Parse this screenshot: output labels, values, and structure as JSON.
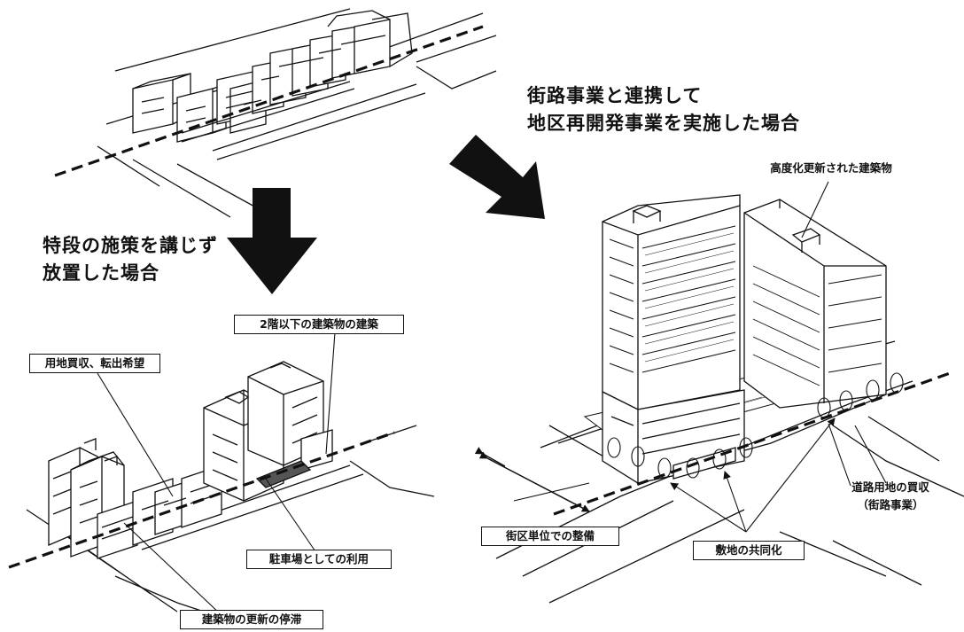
{
  "headings": {
    "redevelopment": [
      "街路事業と連携して",
      "地区再開発事業を実施した場合"
    ],
    "neglect": [
      "特段の施策を講じず",
      "放置した場合"
    ]
  },
  "labels": {
    "upgraded_building": "高度化更新された建築物",
    "low_rise_construction": "2階以下の建築物の建築",
    "land_acquisition": "用地買収、転出希望",
    "parking_use": "駐車場としての利用",
    "renewal_stagnation": "建築物の更新の停滞",
    "block_unit_development": "街区単位での整備",
    "site_consolidation": "敷地の共同化",
    "road_land_purchase": [
      "道路用地の買収",
      "（街路事業）"
    ]
  },
  "colors": {
    "ink": "#111111",
    "paper": "#ffffff"
  }
}
